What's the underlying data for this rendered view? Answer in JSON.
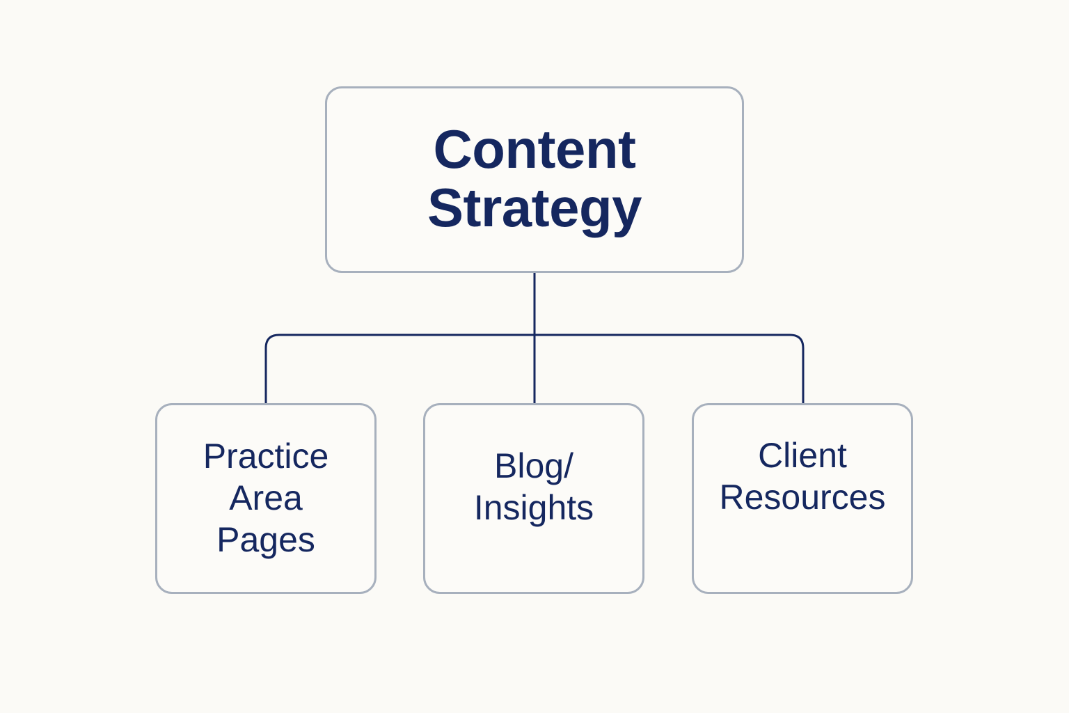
{
  "diagram": {
    "root": {
      "label_line1": "Content",
      "label_line2": "Strategy"
    },
    "children": [
      {
        "label_line1": "Practice",
        "label_line2": "Area",
        "label_line3": "Pages"
      },
      {
        "label_line1": "Blog/",
        "label_line2": "Insights"
      },
      {
        "label_line1": "Client",
        "label_line2": "Resources"
      }
    ],
    "colors": {
      "background": "#fbfaf6",
      "box_border": "#a7b0bd",
      "text": "#15275f",
      "connector": "#15275f"
    }
  }
}
